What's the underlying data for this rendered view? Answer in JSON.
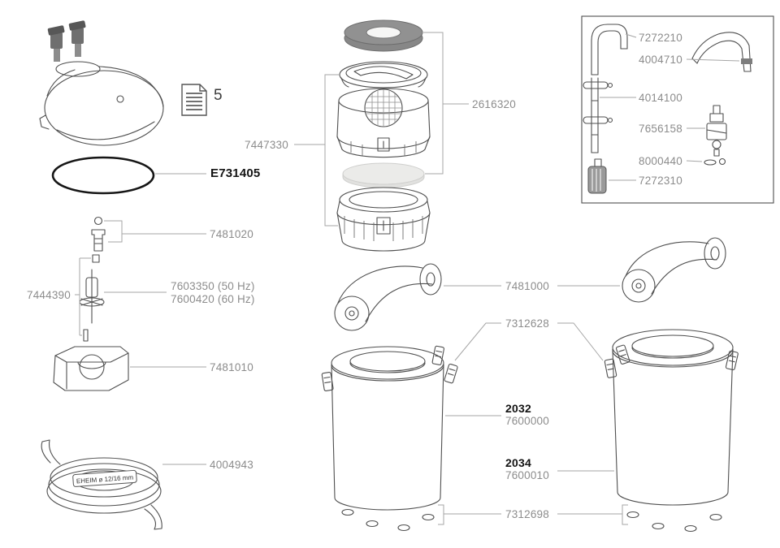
{
  "title": "EHEIM filter exploded parts diagram",
  "colors": {
    "background": "#ffffff",
    "label_gray": "#8c8c8c",
    "label_black": "#141414",
    "line_dark": "#4f4f4f",
    "leader_gray": "#a6a6a6",
    "foam_gray": "#8a8a8a",
    "pad_light": "#ebebe9",
    "valve_gray": "#6f6f6f"
  },
  "labels": {
    "doc_count": "5",
    "oring": "E731405",
    "lid_group": "7447330",
    "media_group": "2616320",
    "intake_pipe": "7272210",
    "outflow_elbow": "4004710",
    "installation_pipe": "4014100",
    "valve": "7656158",
    "suction_cup": "8000440",
    "strainer": "7272310",
    "impeller_cap": "7481020",
    "impeller_50": "7603350 (50 Hz)",
    "impeller_60": "7600420 (60 Hz)",
    "shaft_set": "7444390",
    "pump_cover": "7481010",
    "hose": "4004943",
    "hose_band": "EHEIM ø 12/16 mm",
    "handle": "7481000",
    "clips": "7312628",
    "model_a": "2032",
    "model_a_sku": "7600000",
    "model_b": "2034",
    "model_b_sku": "7600010",
    "feet": "7312698"
  }
}
